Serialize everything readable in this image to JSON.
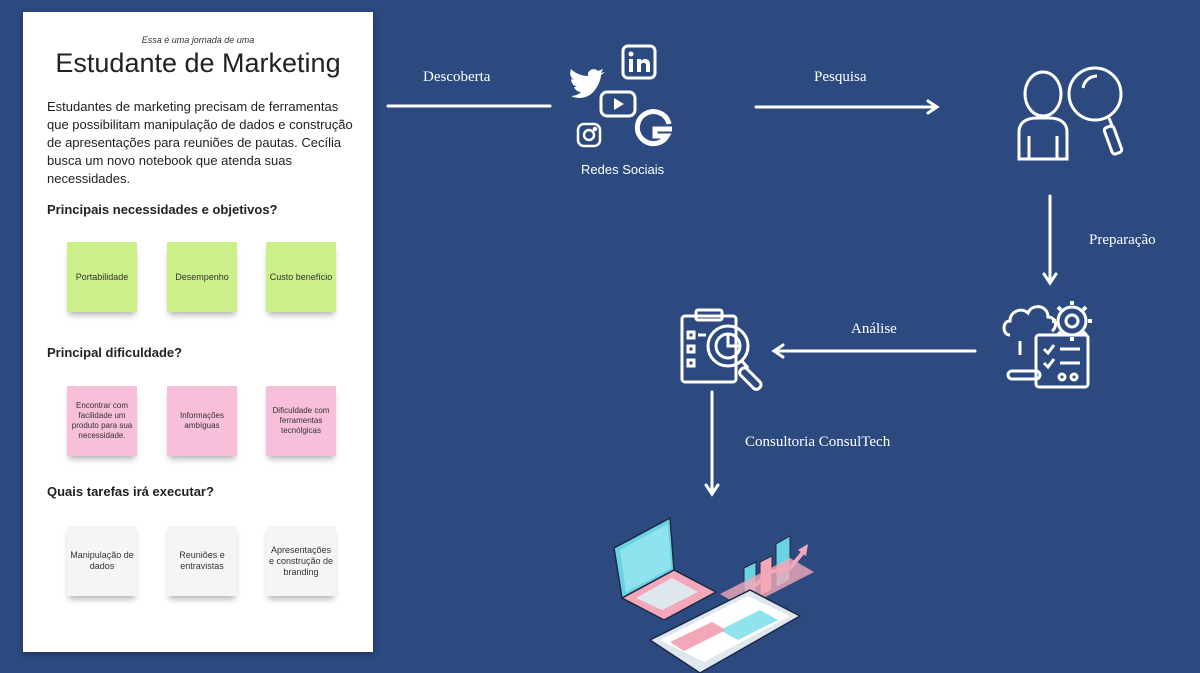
{
  "card": {
    "kicker": "Essa é uma jornada de uma",
    "title": "Estudante de Marketing",
    "description": "Estudantes de marketing precisam de ferramentas que possibilitam manipulação de dados e construção de apresentações para reuniões de pautas. Cecília busca um novo notebook que atenda suas necessidades.",
    "needs_heading": "Principais necessidades e objetivos?",
    "needs": [
      "Portabilidade",
      "Desempenho",
      "Custo benefício"
    ],
    "difficulty_heading": "Principal dificuldade?",
    "difficulties": [
      "Encontrar com facilidade um produto para sua necessidade.",
      "Informações ambíguas",
      "Dificuldade com ferramentas tecnólgicas"
    ],
    "tasks_heading": "Quais tarefas irá executar?",
    "tasks": [
      "Manipulação de dados",
      "Reuniões e entravistas",
      "Apresentações e construção de branding"
    ]
  },
  "flow": {
    "descoberta": "Descoberta",
    "redes_sociais": "Redes Sociais",
    "pesquisa": "Pesquisa",
    "preparacao": "Preparação",
    "analise": "Análise",
    "consultoria": "Consultoria ConsulTech"
  },
  "icons": {
    "social": [
      "twitter-icon",
      "linkedin-icon",
      "youtube-icon",
      "instagram-icon",
      "google-icon"
    ],
    "research": "person-magnifier-icon",
    "preparation": "cloud-gear-checklist-icon",
    "analysis": "clipboard-chart-magnifier-icon",
    "result": "isometric-laptop-dashboard-icon"
  },
  "colors": {
    "background": "#2c4a80",
    "note_green": "#cbf08a",
    "note_pink": "#f7bfd9",
    "note_gray": "#f4f5f7"
  }
}
